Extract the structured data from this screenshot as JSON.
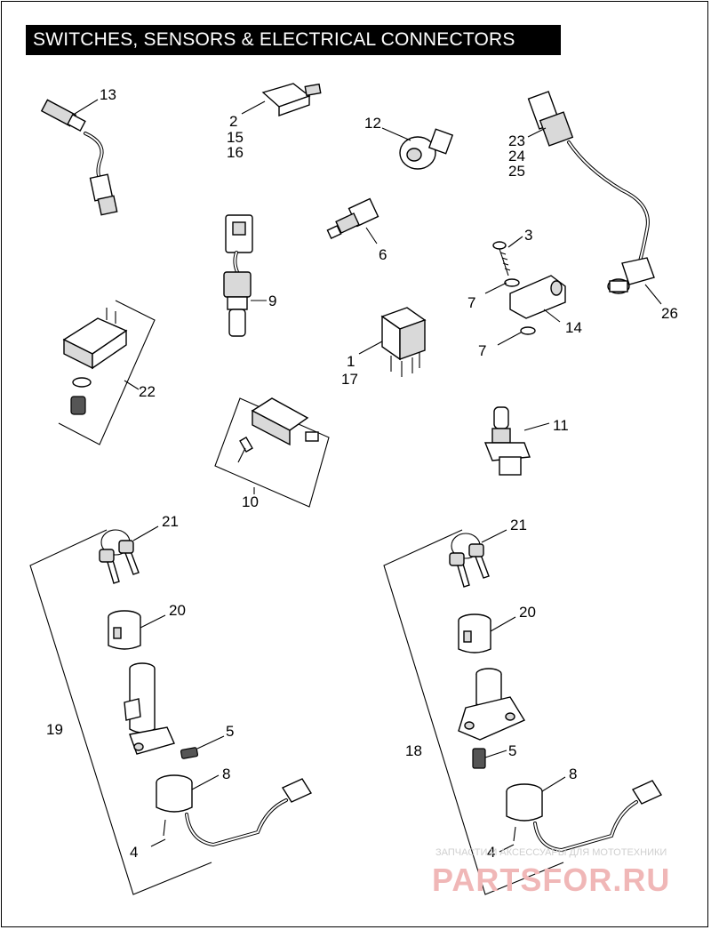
{
  "title": "SWITCHES, SENSORS & ELECTRICAL CONNECTORS",
  "callouts": {
    "c13": "13",
    "c2_15_16": [
      "2",
      "15",
      "16"
    ],
    "c12": "12",
    "c23_24_25": [
      "23",
      "24",
      "25"
    ],
    "c3": "3",
    "c6": "6",
    "c9": "9",
    "c7a": "7",
    "c14": "14",
    "c26": "26",
    "c7b": "7",
    "c22": "22",
    "c1_17": [
      "1",
      "17"
    ],
    "c11": "11",
    "c10": "10",
    "c21_left": "21",
    "c20_left": "20",
    "c19": "19",
    "c5_left": "5",
    "c8_left": "8",
    "c4_left": "4",
    "c21_right": "21",
    "c20_right": "20",
    "c18": "18",
    "c5_right": "5",
    "c8_right": "8",
    "c4_right": "4"
  },
  "watermark": {
    "caption": "ЗАПЧАСТИ И АКСЕССУАРЫ ДЛЯ МОТОТЕХНИКИ",
    "brand": "PARTSFOR.RU",
    "brand_color": "#e8a0a0"
  }
}
